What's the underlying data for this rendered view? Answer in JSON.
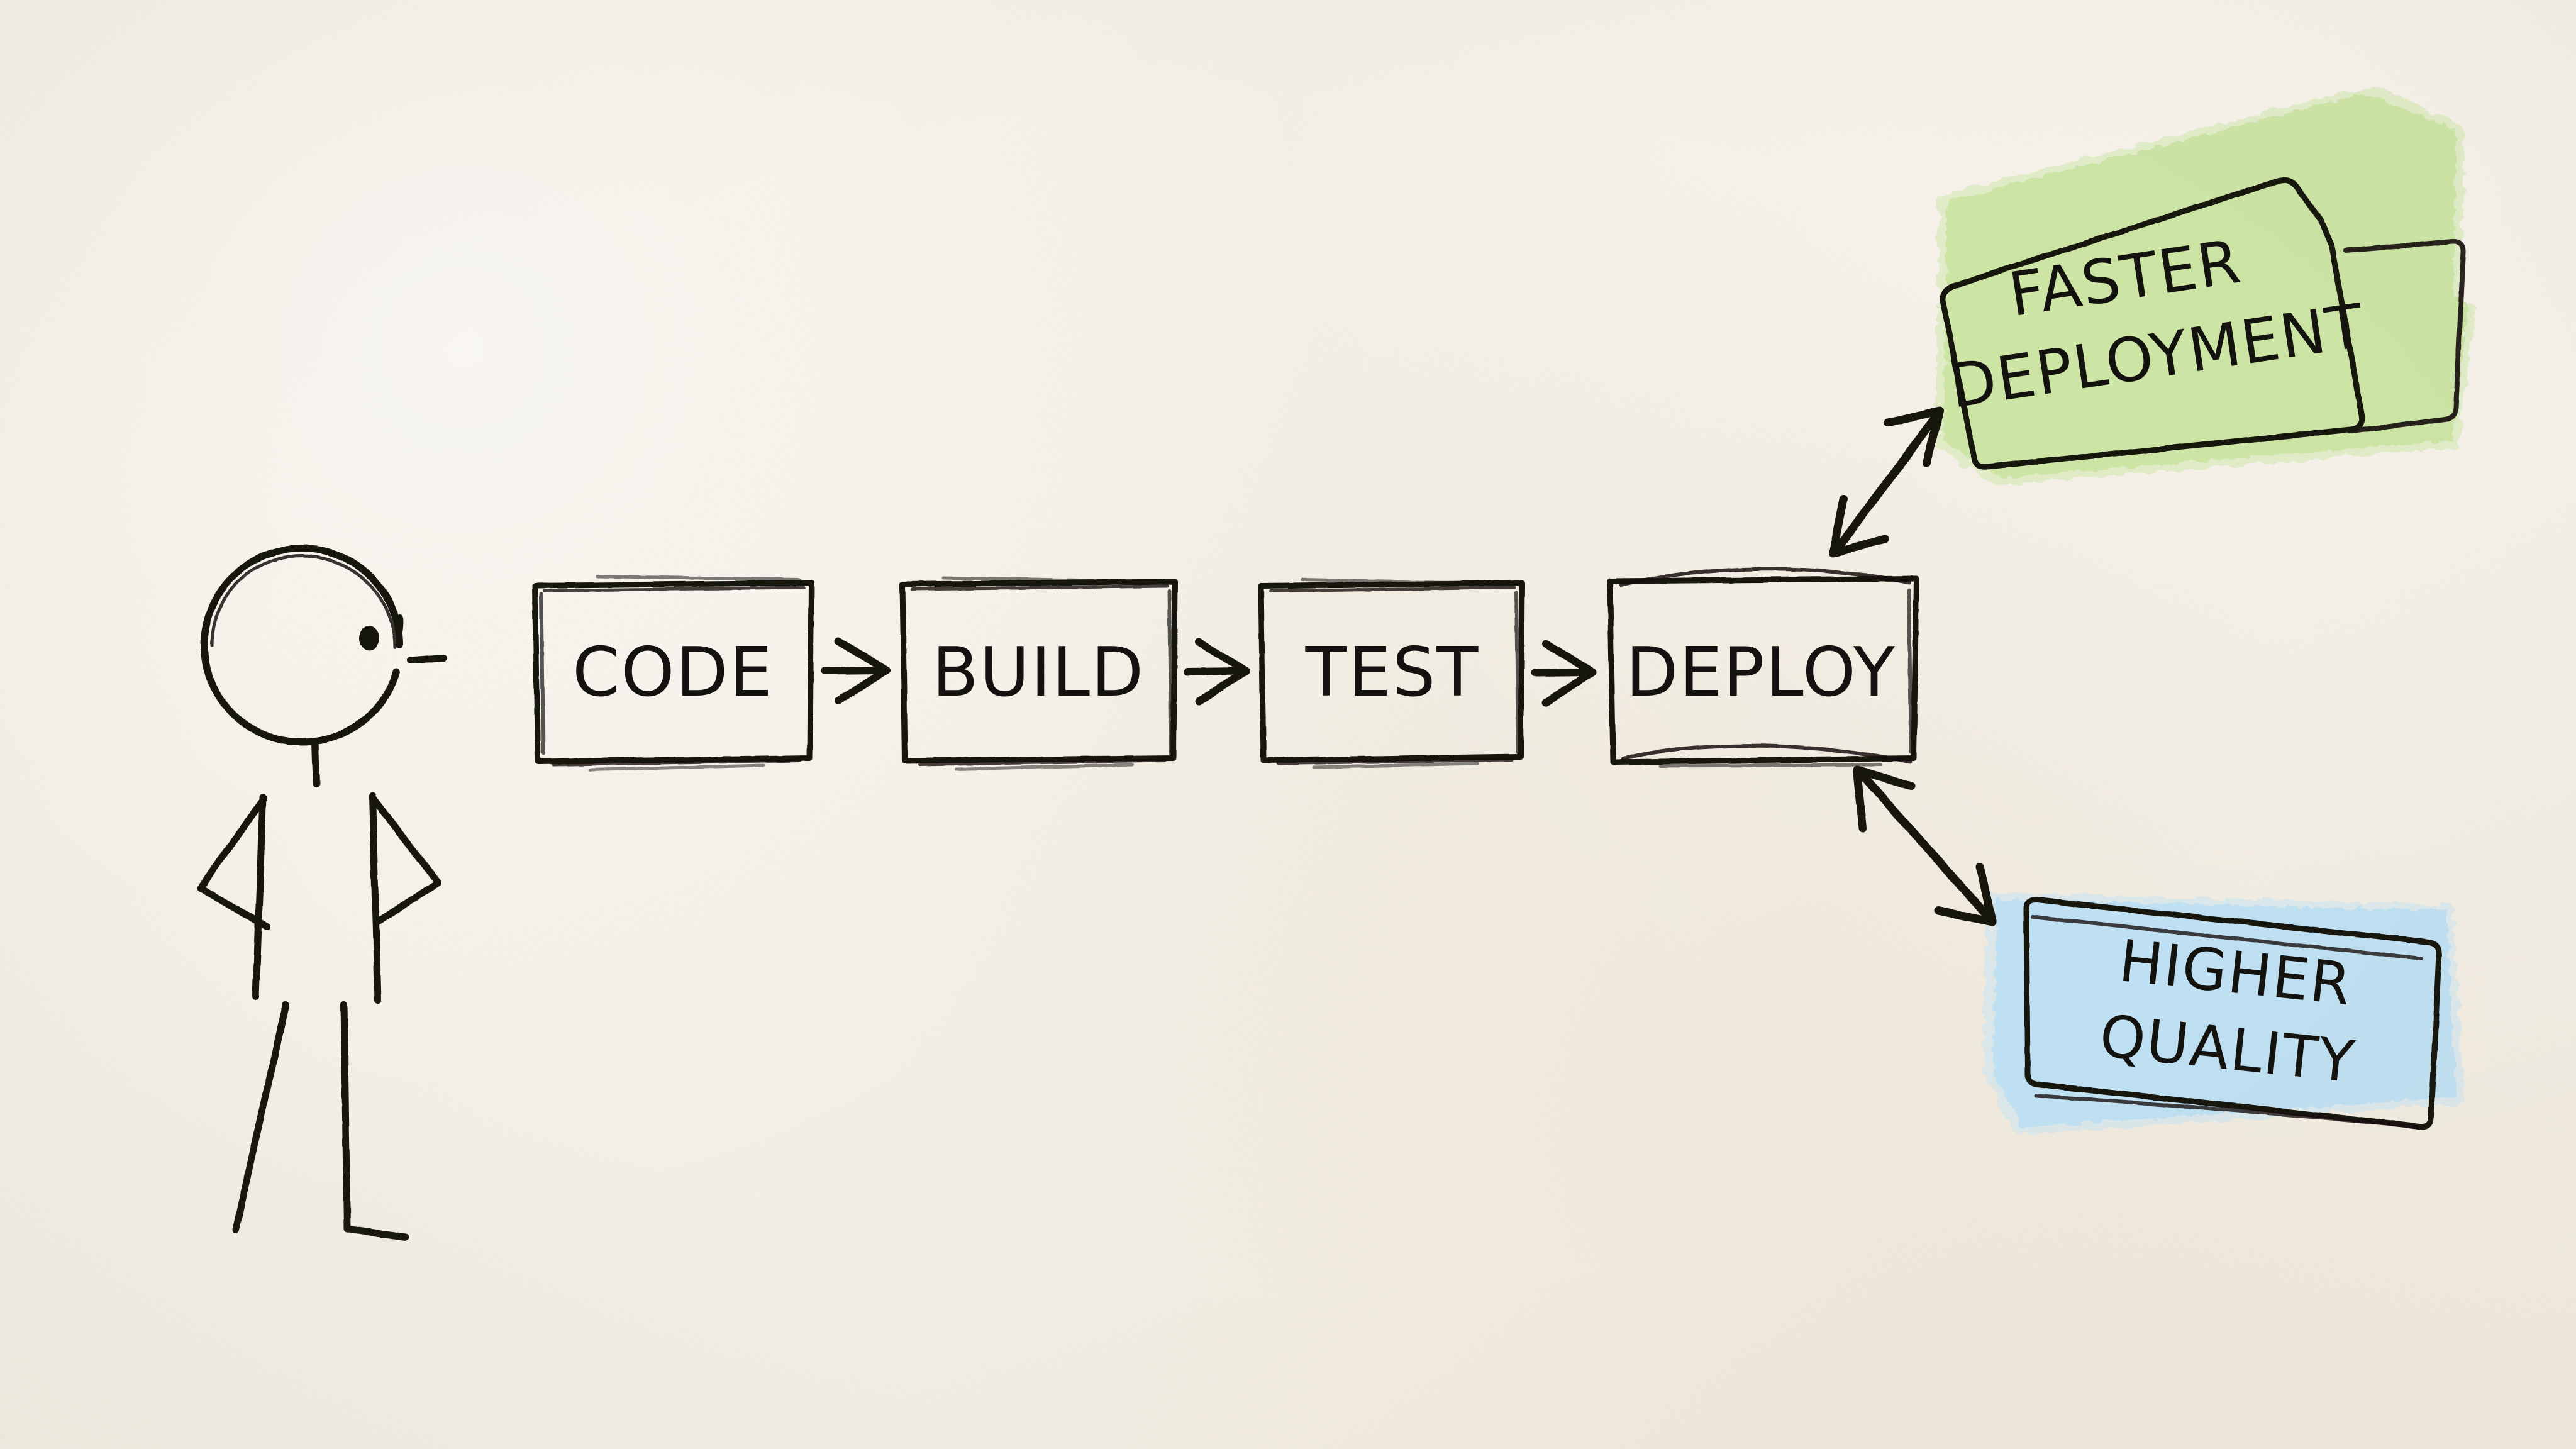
{
  "scene": {
    "title": "CI/CD pipeline hand-drawn sketch",
    "background_color": "#f6f1e7",
    "ink_color": "#15120f"
  },
  "figure": {
    "name": "stick-figure-person",
    "description": "stick figure with hands on hips facing right"
  },
  "pipeline": {
    "steps": [
      {
        "label": "CODE"
      },
      {
        "label": "BUILD"
      },
      {
        "label": "TEST"
      },
      {
        "label": "DEPLOY"
      }
    ],
    "connector_icon": "arrow-right-icon"
  },
  "outcomes": [
    {
      "id": "faster-deployment",
      "line1": "FASTER",
      "line2": "DEPLOYMENT",
      "color": "#c9e3a0",
      "arrow_icon": "double-arrow-icon"
    },
    {
      "id": "higher-quality",
      "line1": "HIGHER",
      "line2": "QUALITY",
      "color": "#b7dcf0",
      "arrow_icon": "double-arrow-icon"
    }
  ]
}
